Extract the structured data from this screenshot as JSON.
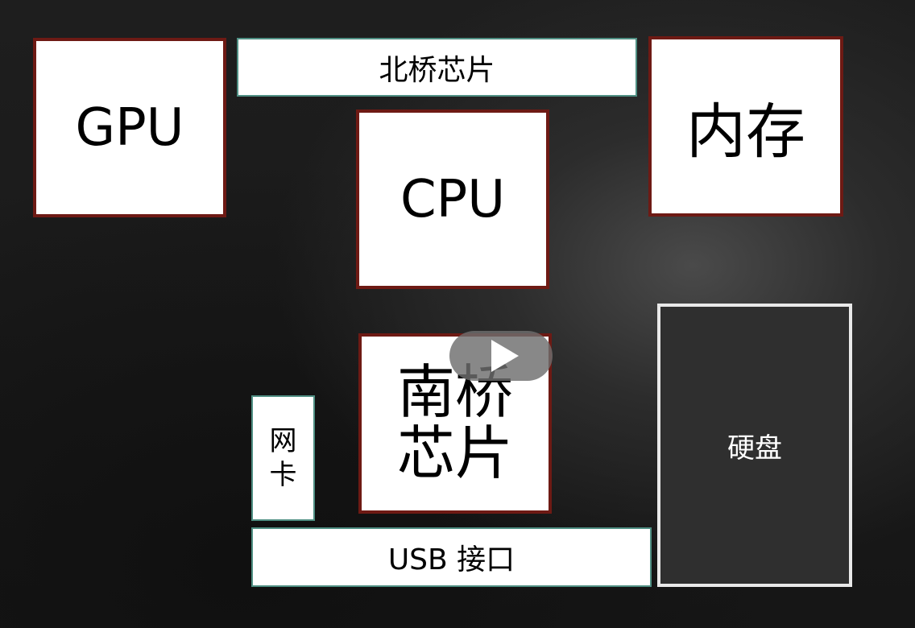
{
  "diagram": {
    "gpu": "GPU",
    "northbridge": "北桥芯片",
    "memory": "内存",
    "cpu": "CPU",
    "southbridge": {
      "line1": "南桥",
      "line2": "芯片"
    },
    "nic": {
      "line1": "网",
      "line2": "卡"
    },
    "usb": "USB 接口",
    "disk": "硬盘"
  },
  "player": {
    "icon": "play-icon"
  },
  "colors": {
    "box_border_red": "#6e1a14",
    "box_border_teal": "#4f8f83",
    "disk_fill": "#2f2f2f"
  }
}
